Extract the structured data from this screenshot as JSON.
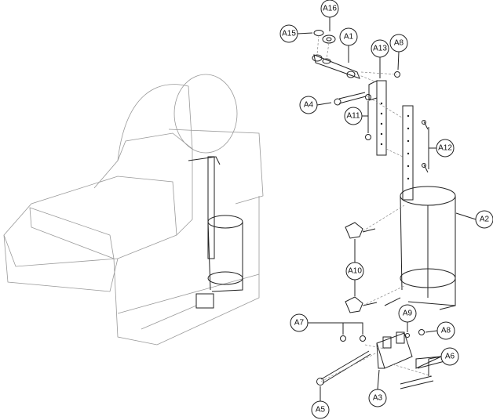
{
  "callouts": [
    {
      "id": "A16",
      "label": "A16"
    },
    {
      "id": "A15",
      "label": "A15"
    },
    {
      "id": "A1",
      "label": "A1"
    },
    {
      "id": "A13",
      "label": "A13"
    },
    {
      "id": "A8-top",
      "label": "A8"
    },
    {
      "id": "A4",
      "label": "A4"
    },
    {
      "id": "A11",
      "label": "A11"
    },
    {
      "id": "A12",
      "label": "A12"
    },
    {
      "id": "A2",
      "label": "A2"
    },
    {
      "id": "A10",
      "label": "A10"
    },
    {
      "id": "A7",
      "label": "A7"
    },
    {
      "id": "A9",
      "label": "A9"
    },
    {
      "id": "A8-bottom",
      "label": "A8"
    },
    {
      "id": "A6",
      "label": "A6"
    },
    {
      "id": "A5",
      "label": "A5"
    },
    {
      "id": "A3",
      "label": "A3"
    }
  ]
}
